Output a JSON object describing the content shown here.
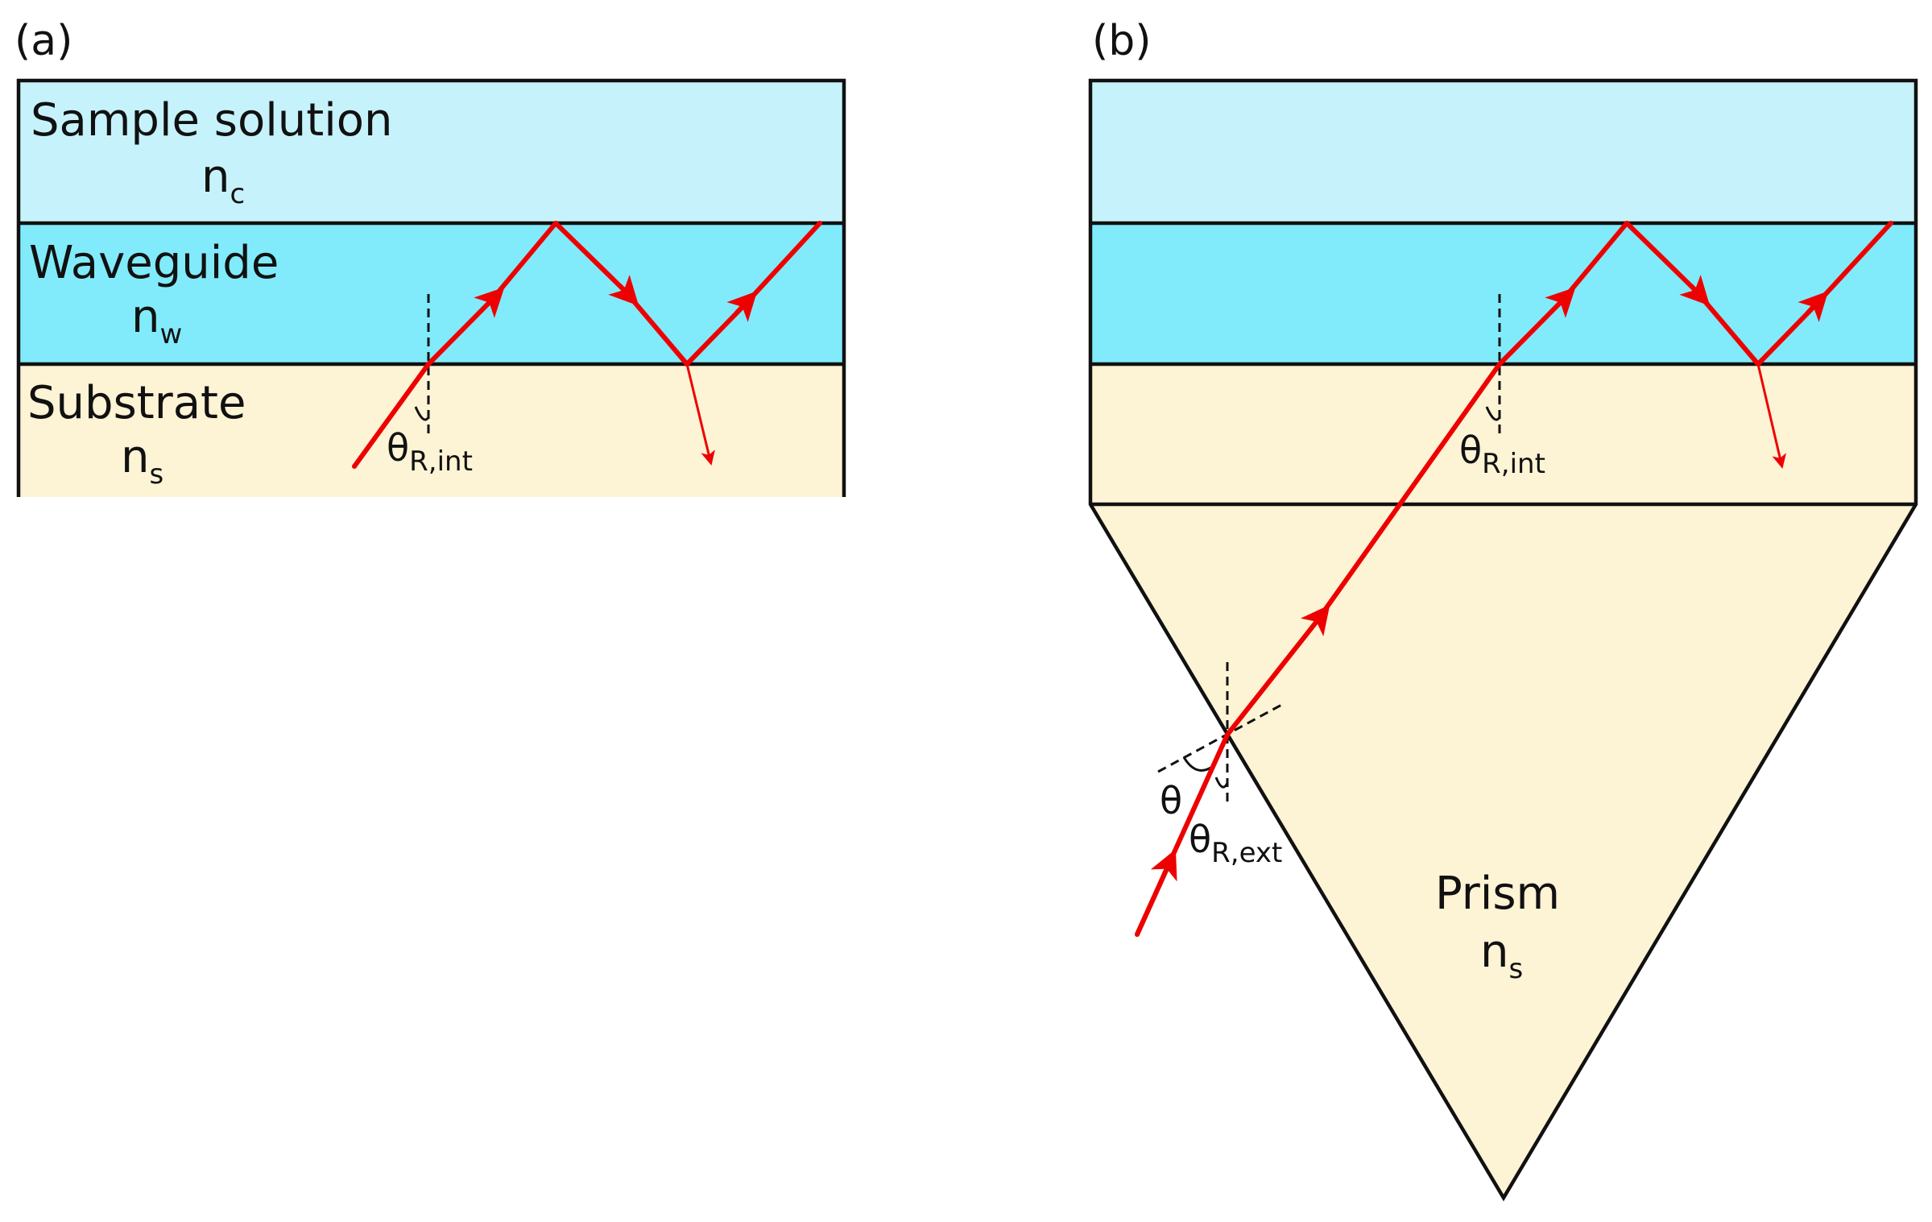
{
  "panels": {
    "a": {
      "label": "(a)",
      "layers": {
        "cover": {
          "name": "Sample solution",
          "index_symbol": "n",
          "index_subscript": "c"
        },
        "waveguide": {
          "name": "Waveguide",
          "index_symbol": "n",
          "index_subscript": "w"
        },
        "substrate": {
          "name": "Substrate",
          "index_symbol": "n",
          "index_subscript": "s"
        }
      },
      "angle": {
        "symbol": "θ",
        "subscript": "R,int"
      }
    },
    "b": {
      "label": "(b)",
      "angle_int": {
        "symbol": "θ",
        "subscript": "R,int"
      },
      "angle_incident": {
        "symbol": "θ"
      },
      "angle_ext": {
        "symbol": "θ",
        "subscript": "R,ext"
      },
      "prism": {
        "name": "Prism",
        "index_symbol": "n",
        "index_subscript": "s"
      }
    }
  },
  "colors": {
    "cover": "#c6f3fb",
    "waveguide": "#81ebfb",
    "substrate": "#fdf3d5",
    "ray": "#ee0000",
    "outline": "#111111"
  }
}
